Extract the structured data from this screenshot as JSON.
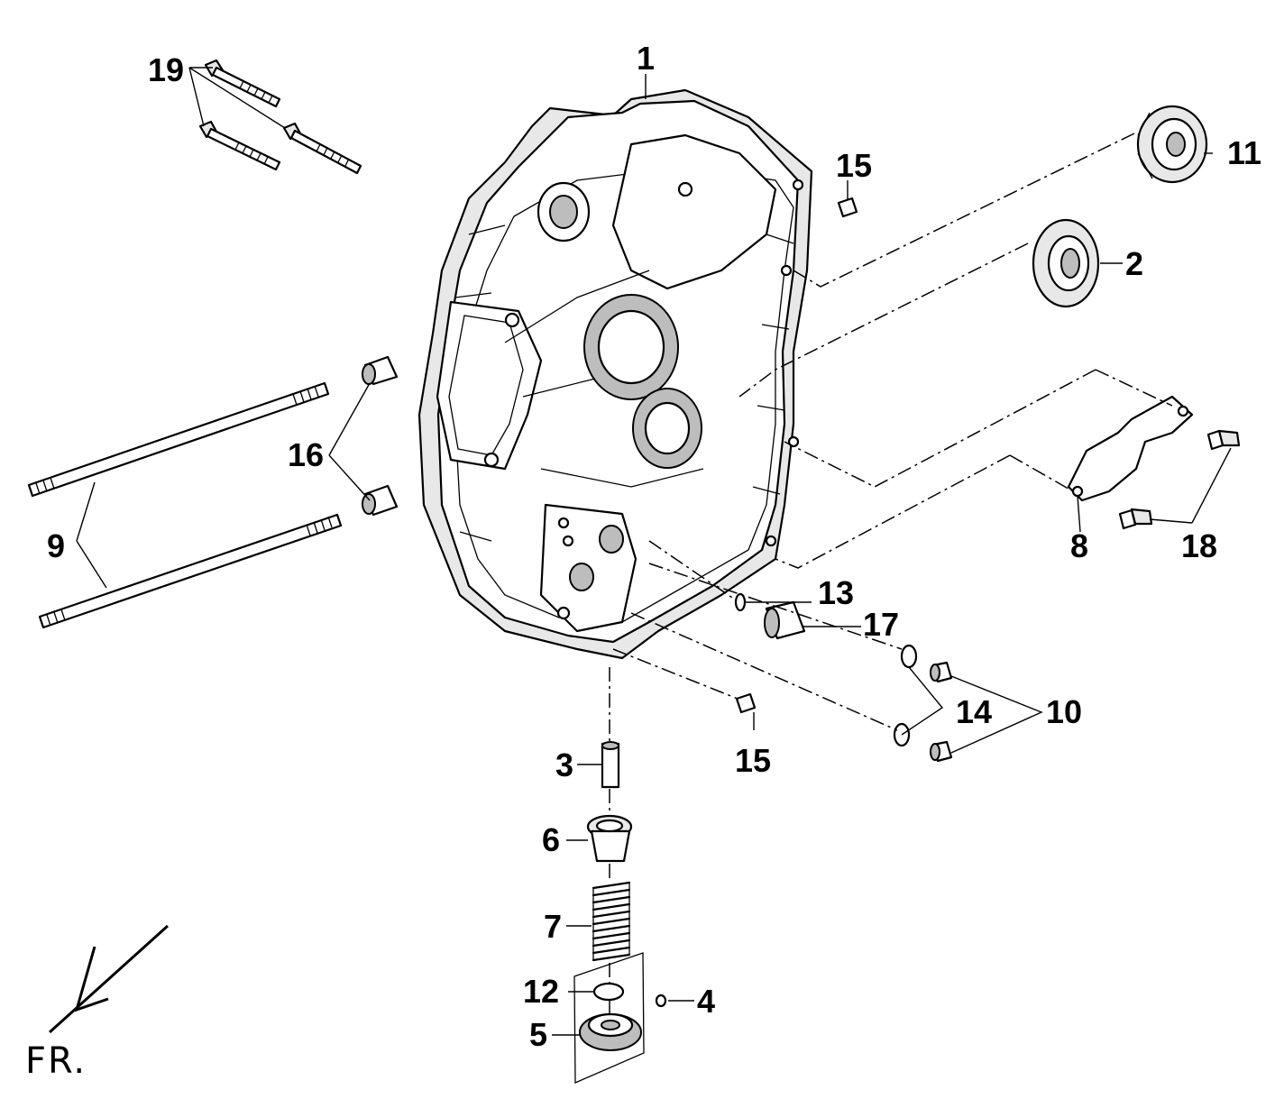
{
  "diagram": {
    "callouts": {
      "p1": "1",
      "p2": "2",
      "p3": "3",
      "p4": "4",
      "p5": "5",
      "p6": "6",
      "p7": "7",
      "p8": "8",
      "p9": "9",
      "p10": "10",
      "p11": "11",
      "p12": "12",
      "p13": "13",
      "p14": "14",
      "p15a": "15",
      "p15b": "15",
      "p16": "16",
      "p17": "17",
      "p18": "18",
      "p19": "19"
    },
    "direction_label": "FR."
  }
}
